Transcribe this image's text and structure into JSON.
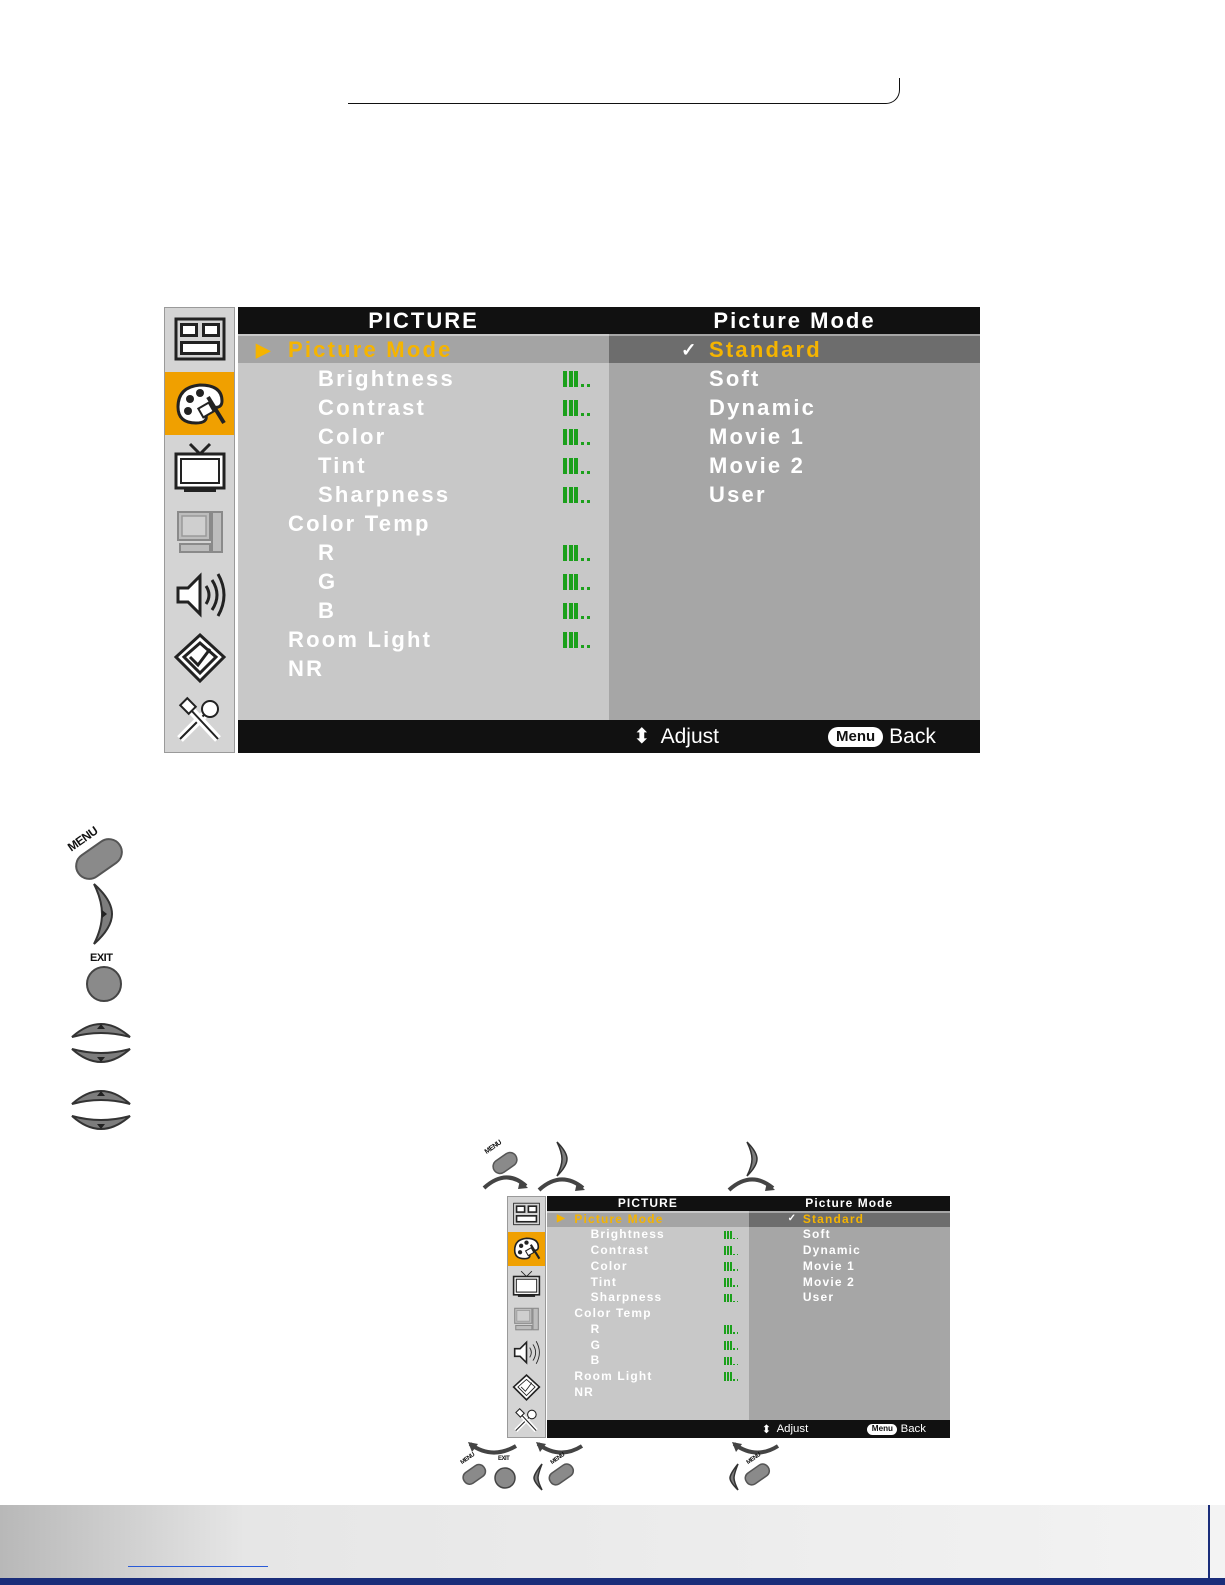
{
  "menu": {
    "left_header": "PICTURE",
    "right_header": "Picture Mode",
    "selected_marker": "▶",
    "items": [
      {
        "label": "Picture Mode",
        "indent": 0,
        "selected": true,
        "bar": false
      },
      {
        "label": "Brightness",
        "indent": 1,
        "selected": false,
        "bar": true
      },
      {
        "label": "Contrast",
        "indent": 1,
        "selected": false,
        "bar": true
      },
      {
        "label": "Color",
        "indent": 1,
        "selected": false,
        "bar": true
      },
      {
        "label": "Tint",
        "indent": 1,
        "selected": false,
        "bar": true
      },
      {
        "label": "Sharpness",
        "indent": 1,
        "selected": false,
        "bar": true
      },
      {
        "label": "Color Temp",
        "indent": 0,
        "selected": false,
        "bar": false
      },
      {
        "label": "R",
        "indent": 1,
        "selected": false,
        "bar": true
      },
      {
        "label": "G",
        "indent": 1,
        "selected": false,
        "bar": true
      },
      {
        "label": "B",
        "indent": 1,
        "selected": false,
        "bar": true
      },
      {
        "label": "Room Light",
        "indent": 0,
        "selected": false,
        "bar": true
      },
      {
        "label": "NR",
        "indent": 0,
        "selected": false,
        "bar": false
      }
    ],
    "check_mark": "✓",
    "options": [
      {
        "label": "Standard",
        "selected": true
      },
      {
        "label": "Soft",
        "selected": false
      },
      {
        "label": "Dynamic",
        "selected": false
      },
      {
        "label": "Movie 1",
        "selected": false
      },
      {
        "label": "Movie 2",
        "selected": false
      },
      {
        "label": "User",
        "selected": false
      }
    ],
    "footer": {
      "adjust_icon": "⬍",
      "adjust_label": "Adjust",
      "menu_key": "Menu",
      "back_label": "Back"
    },
    "icons": [
      "layout-icon",
      "palette-icon",
      "tv-icon",
      "pc-icon",
      "speaker-icon",
      "checklist-icon",
      "tools-icon"
    ]
  },
  "remote": {
    "menu_label": "MENU",
    "exit_label": "EXIT"
  },
  "colors": {
    "selected_text": "#f5b400",
    "active_icon_bg": "#f0a000",
    "bar_green": "#1ba01b",
    "header_bg": "#111111"
  }
}
